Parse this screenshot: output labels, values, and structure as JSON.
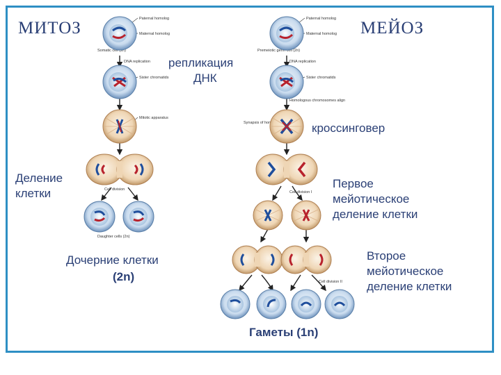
{
  "titles": {
    "mitosis": "МИТОЗ",
    "meiosis": "МЕЙОЗ"
  },
  "annotations": {
    "replication_line1": "репликация",
    "replication_line2": "ДНК",
    "crossing_over": "кроссинговер",
    "division_line1": "Деление",
    "division_line2": "клетки",
    "daughter_line1": "Дочерние клетки",
    "daughter_line2": "(2n)",
    "first_line1": "Первое",
    "first_line2": "мейотическое",
    "first_line3": "деление клетки",
    "second_line1": "Второе",
    "second_line2": "мейотическое",
    "second_line3": "деление клетки",
    "gametes": "Гаметы  (1n)"
  },
  "small_labels": {
    "paternal_homolog": "Paternal homolog",
    "maternal_homolog": "Maternal homolog",
    "somatic_cell": "Somatic cell (2n)",
    "premeiotic_cell": "Premeiotic germ cell (2n)",
    "dna_replication": "DNA replication",
    "sister_chromatids": "Sister chromatids",
    "homologous_align": "Homologous chromosomes align",
    "mitotic_apparatus": "Mitotic apparatus",
    "synapsis": "Synapsis of homologs",
    "cell_division": "Cell division",
    "cell_division_1": "Cell division I",
    "cell_division_2": "Cell division II",
    "daughter_cells": "Daughter cells (2n)"
  },
  "colors": {
    "frame": "#2E8FC4",
    "annotation_text": "#2a3f75",
    "cell_fill": "#dce6f2",
    "cell_early_fill": "#c5d8ea",
    "cell_late_fill": "#f2dcc0",
    "paternal": "#1f4e9c",
    "maternal": "#b8232d"
  }
}
